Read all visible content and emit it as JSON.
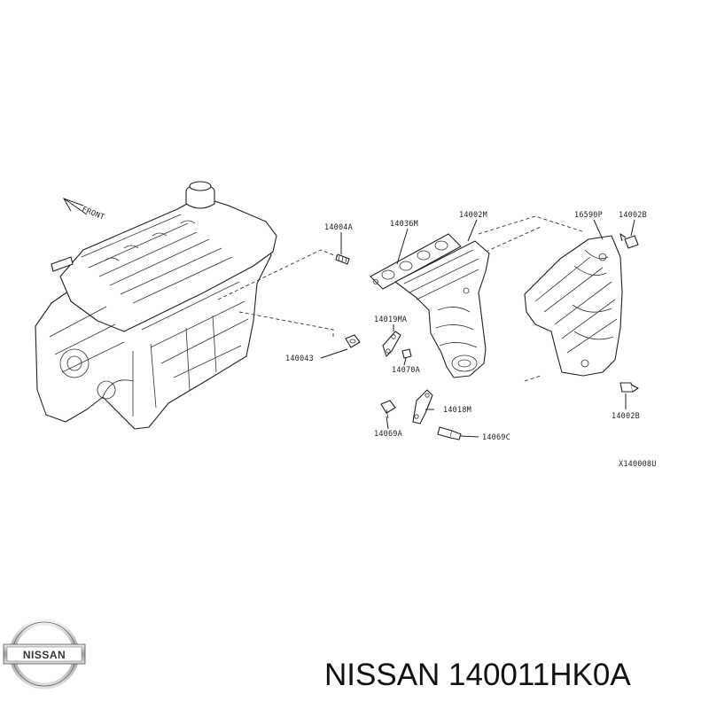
{
  "diagram": {
    "front_label": "FRONT",
    "callouts": {
      "p14004A": "14004A",
      "p14036M": "14036M",
      "p14002M": "14002M",
      "p16590P": "16590P",
      "p14002B_top": "14002B",
      "p14019MA": "14019MA",
      "p140043": "140043",
      "p14070A": "14070A",
      "p14018M": "14018M",
      "p14069A": "14069A",
      "p14069C": "14069C",
      "p14002B_bottom": "14002B"
    },
    "figure_code": "X140008U"
  },
  "logo": {
    "text": "NISSAN"
  },
  "caption": {
    "text": "NISSAN 140011HK0A"
  }
}
